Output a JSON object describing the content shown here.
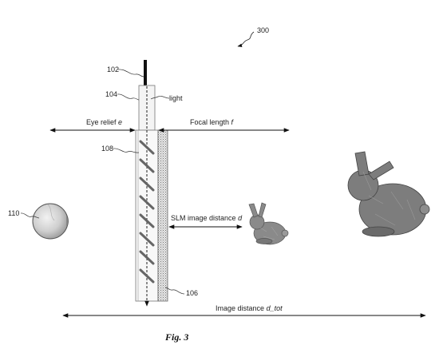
{
  "figure": {
    "ref_main": "300",
    "ref_source": "102",
    "ref_light_guide": "104",
    "ref_hoe": "108",
    "ref_eye": "110",
    "ref_slm_panel": "106",
    "light_label": "light",
    "eye_relief_label": "Eye relief",
    "eye_relief_var": "e",
    "focal_length_label": "Focal length",
    "focal_length_var": "f",
    "slm_label": "SLM image distance",
    "slm_var": "d",
    "image_distance_label": "Image distance",
    "image_distance_var": "d_tot",
    "caption": "Fig. 3"
  }
}
